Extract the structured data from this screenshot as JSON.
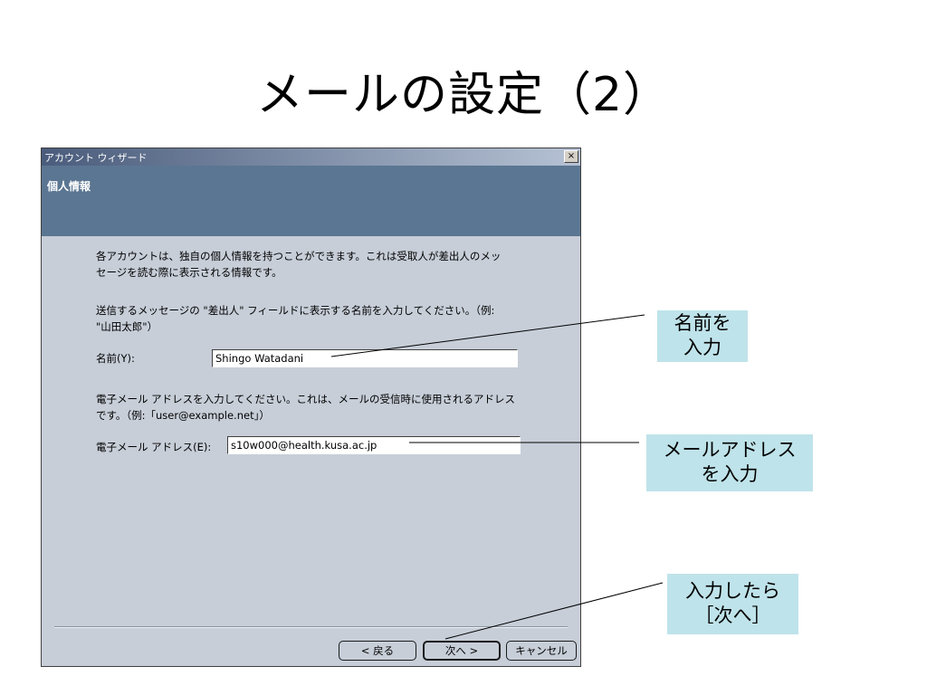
{
  "slide": {
    "title": "メールの設定（2）"
  },
  "dialog": {
    "title": "アカウント ウィザード",
    "close_label": "×",
    "section_title": "個人情報",
    "intro_line1": "各アカウントは、独自の個人情報を持つことができます。これは受取人が差出人のメッ",
    "intro_line2": "セージを読む際に表示される情報です。",
    "name_instruction_line1": "送信するメッセージの \"差出人\" フィールドに表示する名前を入力してください。（例:",
    "name_instruction_line2": "\"山田太郎\"）",
    "name_label": "名前(Y):",
    "name_value": "Shingo Watadani",
    "email_instruction_line1": "電子メール アドレスを入力してください。これは、メールの受信時に使用されるアドレス",
    "email_instruction_line2": "です。（例:「user@example.net」）",
    "email_label": "電子メール アドレス(E):",
    "email_value": "s10w000@health.kusa.ac.jp",
    "buttons": {
      "back": "< 戻る",
      "next": "次へ >",
      "cancel": "キャンセル"
    }
  },
  "callouts": {
    "name": {
      "line1": "名前を",
      "line2": "入力"
    },
    "email": {
      "line1": "メールアドレス",
      "line2": "を入力"
    },
    "next": {
      "line1": "入力したら",
      "line2": "［次へ］"
    }
  },
  "colors": {
    "callout_bg": "#bfe3ea",
    "header_band": "#5b7692",
    "dialog_bg": "#c7ced8"
  }
}
